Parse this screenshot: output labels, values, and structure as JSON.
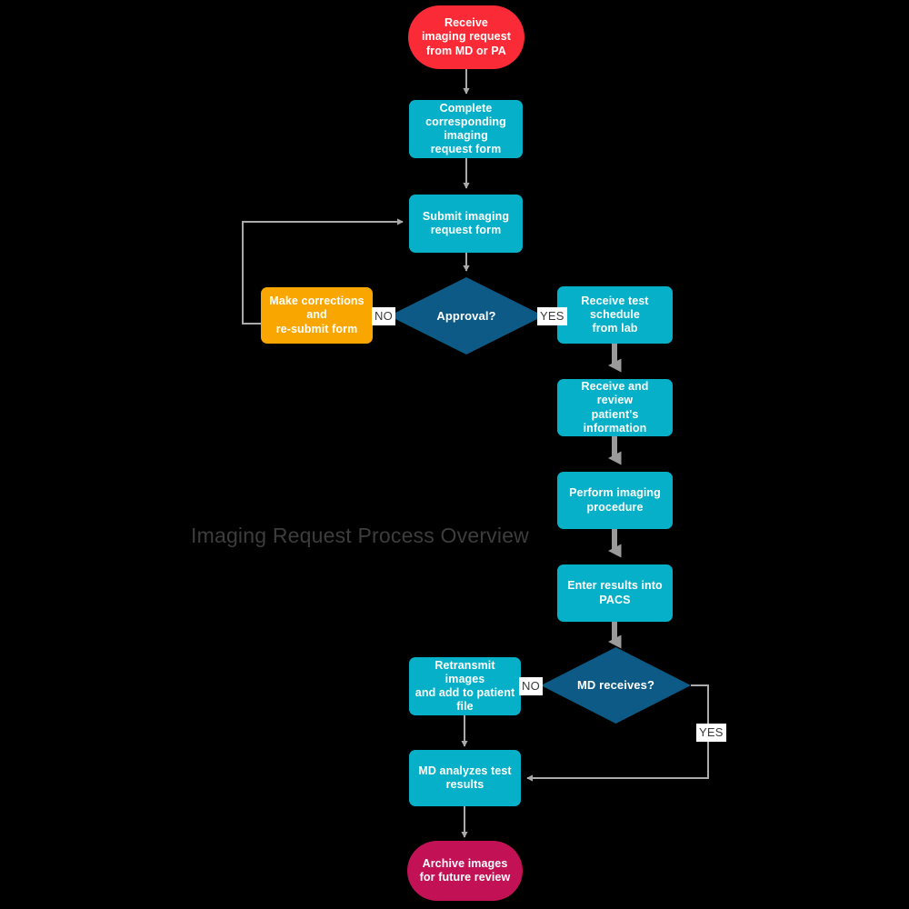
{
  "diagram": {
    "title": "Imaging Request Process Overview",
    "background": "#000000",
    "palette": {
      "start_red": "#FA2B36",
      "process_teal": "#06B0C8",
      "decision_blue": "#0C5A85",
      "correction_orange": "#F9A700",
      "end_magenta": "#C21255",
      "connector_gray": "#AAAAAA",
      "thick_connector_gray": "#9A9A9A",
      "label_text": "#3A3A3A",
      "node_text": "#FFFFFF",
      "watermark_text": "#3D3D3D"
    },
    "nodes": [
      {
        "id": "start",
        "label": "Receive\nimaging request\nfrom MD or PA",
        "shape": "terminal",
        "color": "#FA2B36"
      },
      {
        "id": "complete",
        "label": "Complete\ncorresponding imaging\nrequest form",
        "shape": "process",
        "color": "#06B0C8"
      },
      {
        "id": "submit",
        "label": "Submit imaging\nrequest form",
        "shape": "process",
        "color": "#06B0C8"
      },
      {
        "id": "approval",
        "label": "Approval?",
        "shape": "decision",
        "color": "#0C5A85"
      },
      {
        "id": "corrections",
        "label": "Make corrections and\nre-submit form",
        "shape": "process",
        "color": "#F9A700"
      },
      {
        "id": "schedule",
        "label": "Receive test schedule\nfrom lab",
        "shape": "process",
        "color": "#06B0C8"
      },
      {
        "id": "review",
        "label": "Receive and review\npatient's information",
        "shape": "process",
        "color": "#06B0C8"
      },
      {
        "id": "perform",
        "label": "Perform imaging\nprocedure",
        "shape": "process",
        "color": "#06B0C8"
      },
      {
        "id": "pacs",
        "label": "Enter results into\nPACS",
        "shape": "process",
        "color": "#06B0C8"
      },
      {
        "id": "mdreceives",
        "label": "MD receives?",
        "shape": "decision",
        "color": "#0C5A85"
      },
      {
        "id": "retransmit",
        "label": "Retransmit images\nand add to patient file",
        "shape": "process",
        "color": "#06B0C8"
      },
      {
        "id": "analyze",
        "label": "MD analyzes test\nresults",
        "shape": "process",
        "color": "#06B0C8"
      },
      {
        "id": "archive",
        "label": "Archive images\nfor future review",
        "shape": "terminal",
        "color": "#C21255"
      }
    ],
    "edge_labels": {
      "approval_no": "NO",
      "approval_yes": "YES",
      "md_no": "NO",
      "md_yes": "YES"
    }
  }
}
